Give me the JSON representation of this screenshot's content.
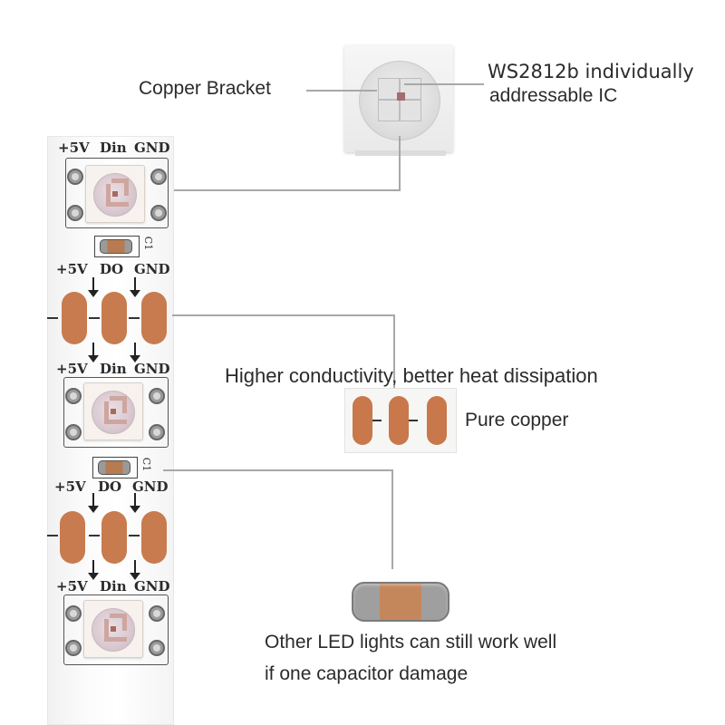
{
  "strip_silkscreen": {
    "seg1_top": [
      "+5V",
      "Din",
      "GND"
    ],
    "seg1_bottom": [
      "+5V",
      "DO",
      "GND"
    ],
    "seg2_top": [
      "+5V",
      "Din",
      "GND"
    ],
    "seg2_bottom": [
      "+5V",
      "DO",
      "GND"
    ],
    "seg3_top": [
      "+5V",
      "Din",
      "GND"
    ],
    "cap_ref": "C1"
  },
  "callouts": {
    "copper_bracket": "Copper Bracket",
    "ic_line1": "WS2812b individually",
    "ic_line2": "addressable IC",
    "conductivity": "Higher conductivity, better heat dissipation",
    "pure_copper": "Pure copper",
    "capacitor_line1": "Other LED lights can still work well",
    "capacitor_line2": "if one capacitor damage"
  },
  "colors": {
    "copper": "#c77a4c",
    "leader_line": "#a8a8a8",
    "strip": "#f7f7f7"
  }
}
